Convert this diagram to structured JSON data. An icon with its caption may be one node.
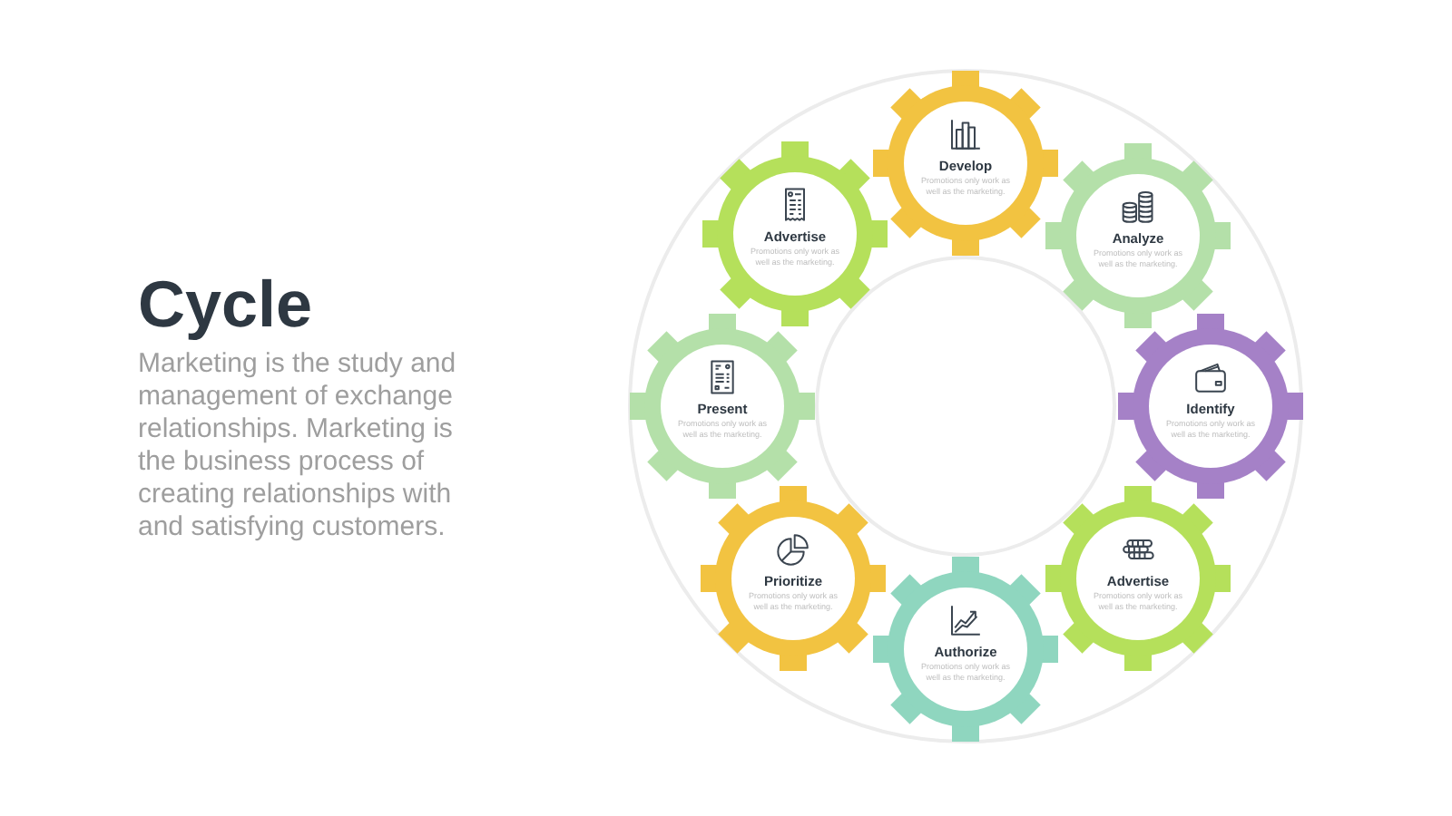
{
  "diagram": {
    "title": "Cycle",
    "nodes": [
      {
        "text": [
          "Develop",
          "Promotions only work as well as the marketing."
        ]
      },
      {
        "text": [
          "Advertise",
          "Promotions only work as well as the marketing."
        ]
      },
      {
        "text": [
          "Analyze",
          "Promotions only work as well as the marketing."
        ]
      },
      {
        "text": [
          "Present",
          "Promotions only work as well as the marketing."
        ]
      },
      {
        "text": [
          "Identify",
          "Promotions only work as well as the marketing."
        ]
      },
      {
        "text": [
          "Prioritize",
          "Promotions only work as well as the marketing."
        ]
      },
      {
        "text": [
          "Advertise",
          "Promotions only work as well as the marketing."
        ]
      },
      {
        "text": [
          "Authorize",
          "Promotions only work as well as the marketing."
        ]
      }
    ],
    "labels": [
      "Marketing is the study and management of exchange relationships. Marketing is the business process of creating relationships with and satisfying customers."
    ]
  }
}
